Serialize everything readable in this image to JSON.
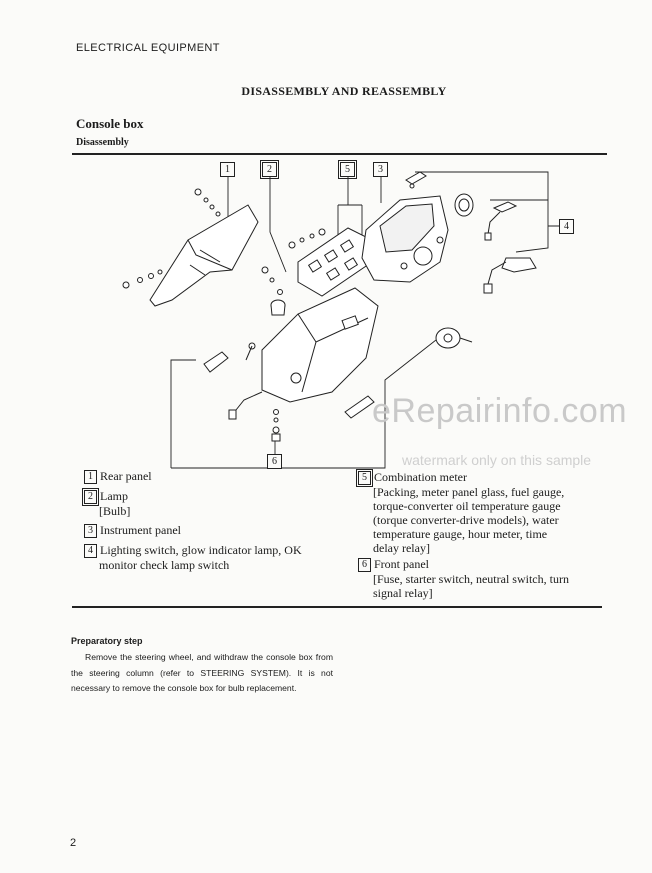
{
  "header": {
    "section": "ELECTRICAL EQUIPMENT"
  },
  "title": "DISASSEMBLY AND REASSEMBLY",
  "section_title": "Console box",
  "subsection_title": "Disassembly",
  "callouts": [
    "1",
    "2",
    "3",
    "4",
    "5",
    "6"
  ],
  "legend": {
    "item1": {
      "num": "1",
      "label": "Rear panel"
    },
    "item2": {
      "num": "2",
      "label": "Lamp",
      "detail": "[Bulb]"
    },
    "item3": {
      "num": "3",
      "label": "Instrument panel"
    },
    "item4": {
      "num": "4",
      "label": "Lighting switch, glow indicator lamp, OK",
      "detail": "monitor check lamp switch"
    },
    "item5": {
      "num": "5",
      "label": "Combination meter",
      "detail": [
        "[Packing, meter panel glass, fuel gauge,",
        "torque-converter oil temperature gauge",
        "(torque converter-drive models), water",
        "temperature gauge, hour meter, time",
        "delay relay]"
      ]
    },
    "item6": {
      "num": "6",
      "label": "Front panel",
      "detail": [
        "[Fuse, starter switch, neutral switch, turn",
        "signal relay]"
      ]
    }
  },
  "preparatory": {
    "title": "Preparatory step",
    "text": "Remove the steering wheel, and withdraw the console box from the steering column (refer to STEERING SYSTEM). It is not necessary to remove the console box for bulb replacement."
  },
  "watermark": {
    "main": "eRepairinfo.com",
    "sub": "watermark only on this sample"
  },
  "page_number": "2"
}
